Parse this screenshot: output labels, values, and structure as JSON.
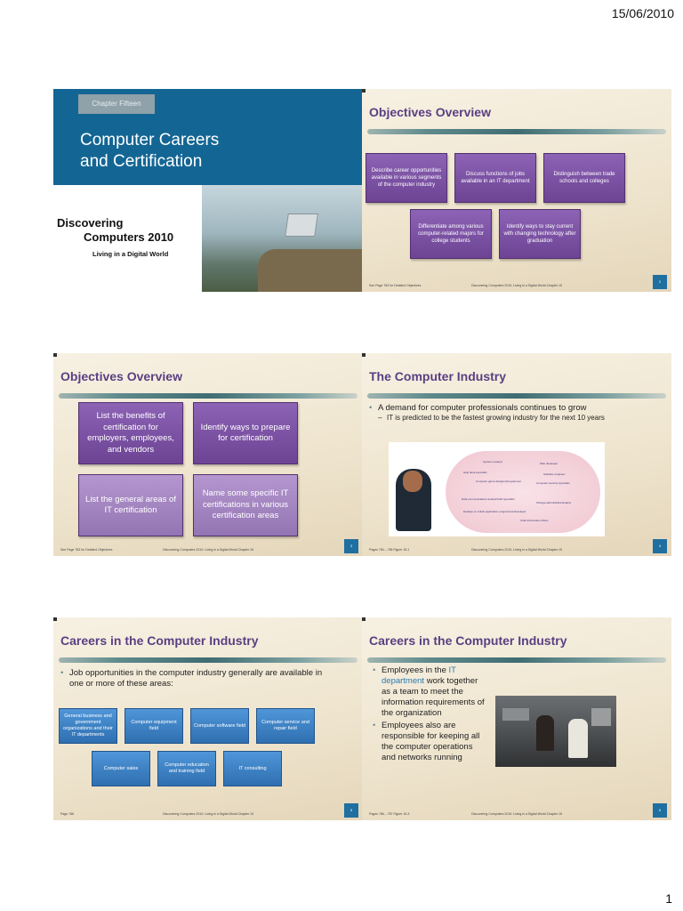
{
  "header": {
    "date": "15/06/2010"
  },
  "footer": {
    "page_number": "1"
  },
  "slide1": {
    "chapter": "Chapter Fifteen",
    "title_line1": "Computer Careers",
    "title_line2": "and Certification",
    "book_line1": "Discovering",
    "book_line2": "Computers 2010",
    "tagline": "Living in a Digital World"
  },
  "slide2": {
    "title": "Objectives Overview",
    "boxes": [
      "Describe career opportunities available in various segments of the computer industry",
      "Discuss functions of jobs available in an IT department",
      "Distinguish between trade schools and colleges",
      "Differentiate among various computer-related majors for college students",
      "Identify ways to stay current with changing technology after graduation"
    ],
    "footer_left": "See Page 783 for Detailed Objectives",
    "footer_center": "Discovering Computers 2010: Living in a Digital World Chapter 15",
    "number": "2"
  },
  "slide3": {
    "title": "Objectives Overview",
    "boxes": [
      "List the benefits of certification for employers, employees, and vendors",
      "Identify ways to prepare for certification",
      "List the general areas of IT certification",
      "Name some specific IT certifications in various certification areas"
    ],
    "footer_left": "See Page 783 for Detailed Objectives",
    "footer_center": "Discovering Computers 2010: Living in a Digital World Chapter 15",
    "number": "3"
  },
  "slide4": {
    "title": "The Computer Industry",
    "bullet": "A demand for computer professionals continues to grow",
    "sub": "IT is predicted to be the fastest growing industry for the next 10 years",
    "figure_labels": [
      "Systems analyst",
      "Web developer",
      "Help desk specialist",
      "Computer game designer/programmer",
      "Computer security specialist",
      "Software engineer",
      "Data communications analyst/VoIP specialist",
      "Desktop or mobile application programmer/developer",
      "Chief information officer",
      "Storage administrator/analyst"
    ],
    "footer_left": "Pages 784 – 785 Figure 15-1",
    "footer_center": "Discovering Computers 2010: Living in a Digital World Chapter 15",
    "number": "4"
  },
  "slide5": {
    "title": "Careers in the Computer Industry",
    "bullet": "Job opportunities in the computer industry generally are available in one or more of these areas:",
    "boxes": [
      "General business and government organizations and their IT departments",
      "Computer equipment field",
      "Computer software field",
      "Computer service and repair field",
      "Computer sales",
      "Computer education and training field",
      "IT consulting"
    ],
    "footer_left": "Page 786",
    "footer_center": "Discovering Computers 2010: Living in a Digital World Chapter 15",
    "number": "5"
  },
  "slide6": {
    "title": "Careers in the Computer Industry",
    "bullet1_pre": "Employees in the ",
    "bullet1_highlight": "IT department",
    "bullet1_post": " work together as a team to meet the information requirements of the organization",
    "bullet2": "Employees also are responsible for keeping all the computer operations and networks running",
    "footer_left": "Pages 786 – 787 Figure 15-3",
    "footer_center": "Discovering Computers 2010: Living in a Digital World Chapter 15",
    "number": "6"
  }
}
